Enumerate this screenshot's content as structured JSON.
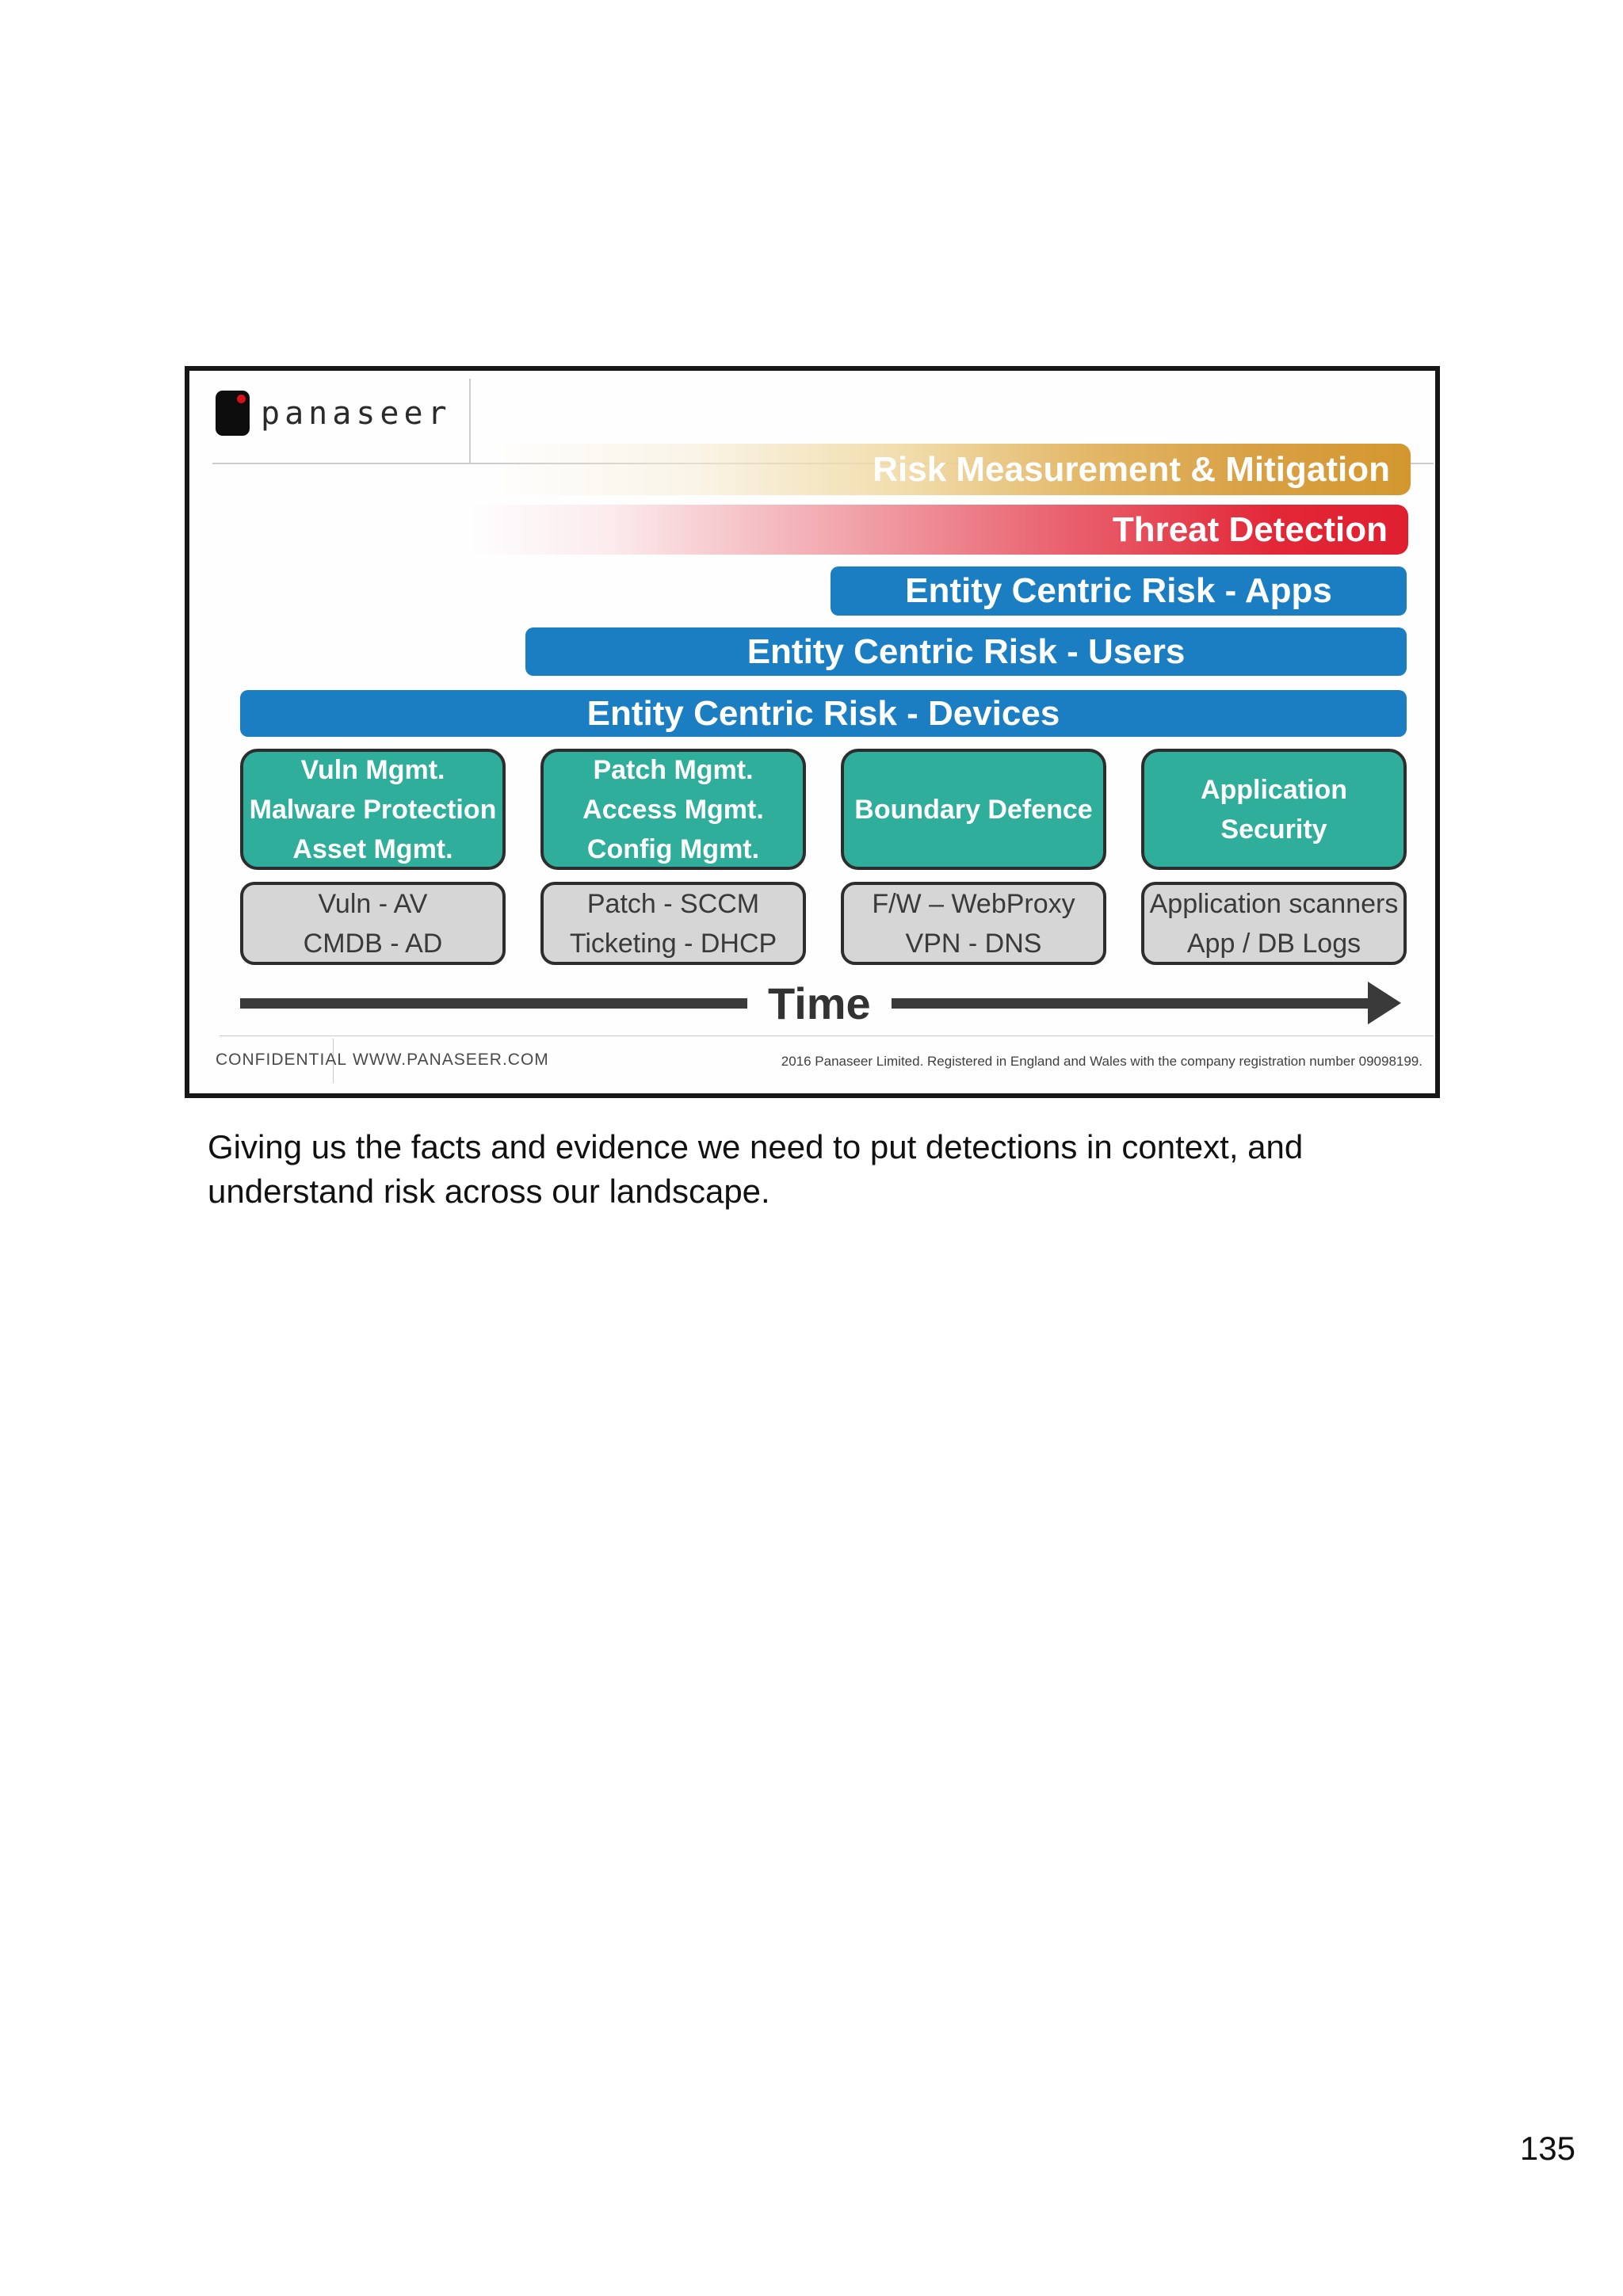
{
  "page": {
    "caption": "Giving us the facts and evidence we need to put detections in context, and\nunderstand risk across our landscape.",
    "page_number": "135"
  },
  "slide": {
    "logo_text": "panaseer",
    "bars": {
      "risk_mitigation": "Risk Measurement & Mitigation",
      "threat_detection": "Threat Detection",
      "apps": "Entity Centric Risk - Apps",
      "users": "Entity Centric Risk - Users",
      "devices": "Entity Centric Risk - Devices"
    },
    "capability_boxes": [
      {
        "lines": [
          "Vuln Mgmt.",
          "Malware Protection",
          "Asset Mgmt."
        ]
      },
      {
        "lines": [
          "Patch Mgmt.",
          "Access Mgmt.",
          "Config Mgmt."
        ]
      },
      {
        "lines": [
          "Boundary Defence"
        ]
      },
      {
        "lines": [
          "Application Security"
        ]
      }
    ],
    "source_boxes": [
      {
        "lines": [
          "Vuln - AV",
          "CMDB - AD"
        ]
      },
      {
        "lines": [
          "Patch - SCCM",
          "Ticketing - DHCP"
        ]
      },
      {
        "lines": [
          "F/W – WebProxy",
          "VPN - DNS"
        ]
      },
      {
        "lines": [
          "Application scanners",
          "App / DB Logs"
        ]
      }
    ],
    "time_label": "Time",
    "footer": {
      "confidential": "CONFIDENTIAL",
      "website": "WWW.PANASEER.COM",
      "legal": "2016 Panaseer Limited. Registered in England and Wales with the company registration number 09098199."
    }
  },
  "colors": {
    "accent_orange": "#d79a3b",
    "accent_red": "#e01e2f",
    "accent_blue": "#1b7ec2",
    "accent_teal": "#2eae9b",
    "box_gray": "#d6d6d6",
    "ink_dark": "#3a3a3a"
  }
}
